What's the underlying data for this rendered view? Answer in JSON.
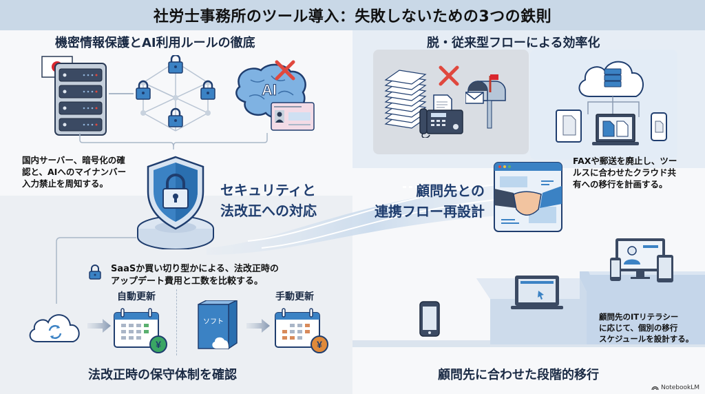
{
  "header": {
    "title": "社労士事務所のツール導入：失敗しないための3つの鉄則"
  },
  "top_left": {
    "title": "機密情報保護とAI利用ルールの徹底",
    "description": [
      "国内サーバー、暗号化の確",
      "認と、AIへのマイナンバー",
      "入力禁止を周知する。"
    ],
    "ai_label": "AI"
  },
  "center_left": {
    "label_line1": "セキュリティと",
    "label_line2": "法改正への対応"
  },
  "bottom_left": {
    "note_line1": "SaaSか買い切り型かによる、法改正時の",
    "note_line2": "アップデート費用と工数を比較する。",
    "auto_update_label": "自動更新",
    "manual_update_label": "手動更新",
    "software_box_label": "ソフト",
    "yen_symbol": "¥",
    "title": "法改正時の保守体制を確認"
  },
  "top_right": {
    "title": "脱・従来型フローによる効率化",
    "description": [
      "FAXや郵送を廃止し、ツー",
      "ルスに合わせたクラウド共",
      "有への移行を計画する。"
    ]
  },
  "center_right": {
    "label_line1": "顧問先との",
    "label_line2": "連携フロー再設計"
  },
  "bottom_right": {
    "description": [
      "顧問先のITリテラシー",
      "に応じて、個別の移行",
      "スケジュールを設計する。"
    ],
    "title": "顧問先に合わせた段階的移行"
  },
  "watermark": {
    "label": "NotebookLM"
  },
  "colors": {
    "header_bg": "#c9d8e7",
    "accent_blue": "#3b82c4",
    "navy": "#1f3d6e",
    "red_x": "#e0483e",
    "green_coin": "#3aa664",
    "orange_coin": "#e08a3a"
  }
}
